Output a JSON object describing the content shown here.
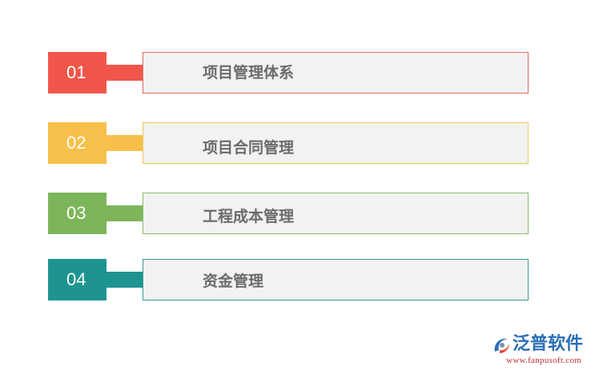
{
  "items": [
    {
      "number": "01",
      "label": "项目管理体系",
      "color": "#f0574a"
    },
    {
      "number": "02",
      "label": "项目合同管理",
      "color": "#f7c04a"
    },
    {
      "number": "03",
      "label": "工程成本管理",
      "color": "#7cb55a"
    },
    {
      "number": "04",
      "label": "资金管理",
      "color": "#1e9490"
    }
  ],
  "logo": {
    "name": "泛普软件",
    "url": "www.fanpusoft.com",
    "icon": "fanpu-logo-icon"
  }
}
